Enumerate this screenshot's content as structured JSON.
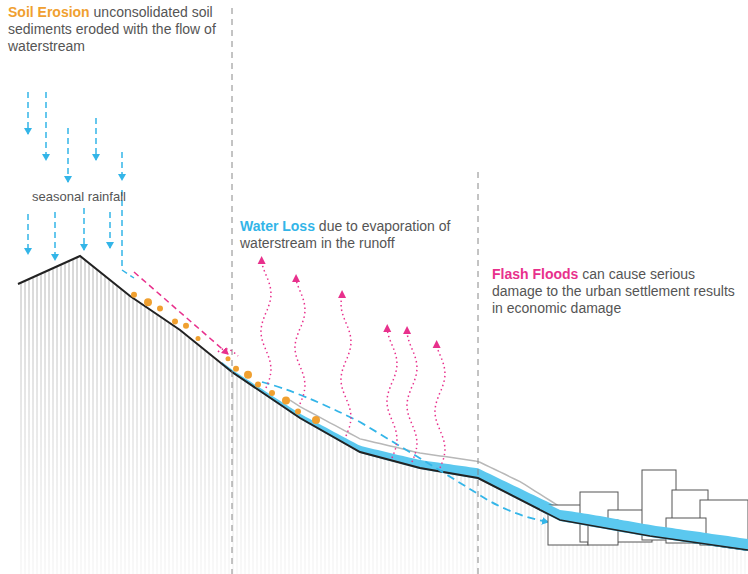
{
  "diagram": {
    "labels": [
      "Soil Erosion",
      "unconsolidated soil sediments eroded with the flow of waterstream",
      "seasonal rainfall",
      "Water Loss",
      "due to evaporation of waterstream in the runoff",
      "Flash Floods",
      "can cause serious damage to the urban settlement results in economic damage"
    ]
  }
}
